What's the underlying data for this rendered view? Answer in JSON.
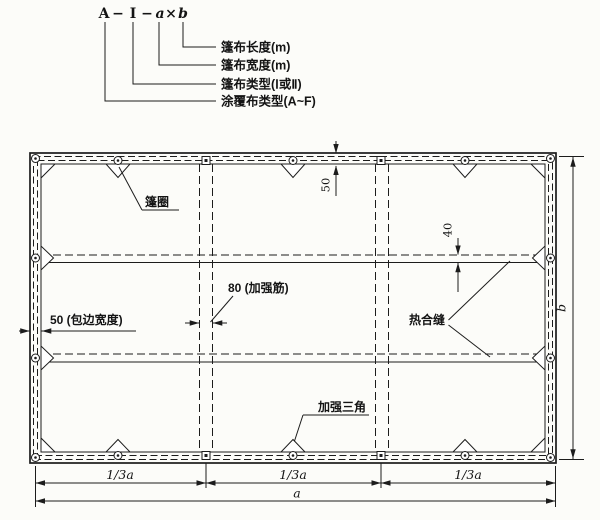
{
  "designation": {
    "code_parts": [
      "A",
      "−",
      "I",
      "−",
      "a",
      "×",
      "b"
    ],
    "labels": [
      "篷布长度(m)",
      "篷布宽度(m)",
      "篷布类型(Ⅰ或Ⅱ)",
      "涂覆布类型(A~F)"
    ]
  },
  "annotations": {
    "grommet": "篷圈",
    "edge_hem": "50 (包边宽度)",
    "rib": "80 (加强筋)",
    "heat_seam": "热合缝",
    "reinforce_triangle": "加强三角"
  },
  "dimensions": {
    "top_hem": "50",
    "seam_width": "40",
    "third_prefix": "1/3",
    "width_var": "a",
    "length_var": "b"
  },
  "colors": {
    "line": "#1c1c1c",
    "paper": "#fcfcf9"
  }
}
